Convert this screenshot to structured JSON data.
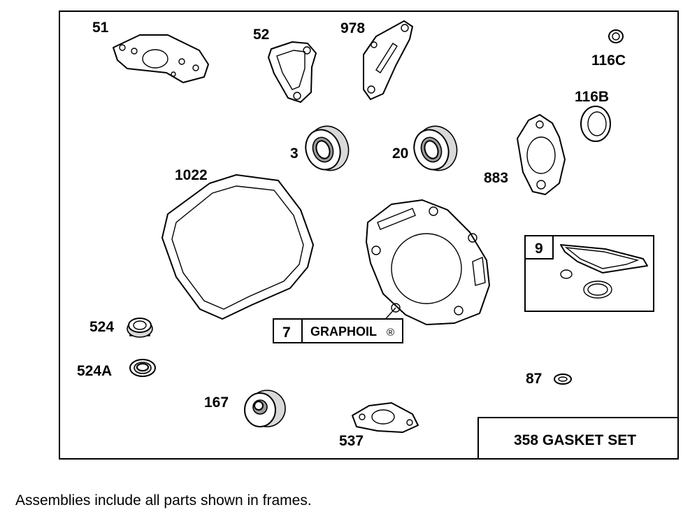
{
  "labels": {
    "p51": "51",
    "p52": "52",
    "p978": "978",
    "p116c": "116C",
    "p116b": "116B",
    "p3": "3",
    "p20": "20",
    "p883": "883",
    "p1022": "1022",
    "p524": "524",
    "p524a": "524A",
    "p167": "167",
    "p537": "537",
    "p87": "87"
  },
  "frame9": {
    "number": "9"
  },
  "frame7": {
    "number": "7",
    "text": "GRAPHOIL",
    "mark": "®"
  },
  "kit": {
    "title": "358 GASKET SET"
  },
  "footnote": "Assemblies include all parts shown in frames."
}
